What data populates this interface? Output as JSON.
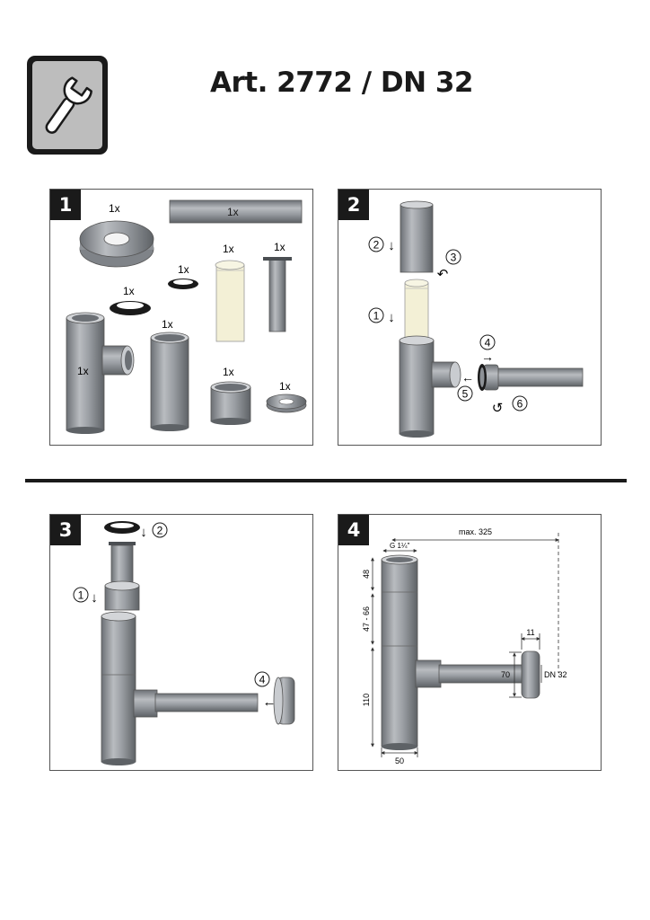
{
  "header": {
    "title": "Art. 2772 / DN 32",
    "icon": "wrench-icon"
  },
  "colors": {
    "metal": "#8d9196",
    "metal_light": "#c4c7cb",
    "metal_dark": "#5e6266",
    "sleeve": "#f3f0d6",
    "black": "#1a1a1a",
    "logo_bg": "#bdbdbd"
  },
  "steps": [
    {
      "number": "1",
      "parts": [
        {
          "qty": "1x",
          "part": "pipe"
        },
        {
          "qty": "1x",
          "part": "rosette"
        },
        {
          "qty": "1x",
          "part": "small-seal"
        },
        {
          "qty": "1x",
          "part": "cream-sleeve"
        },
        {
          "qty": "1x",
          "part": "flanged-tube"
        },
        {
          "qty": "1x",
          "part": "large-seal"
        },
        {
          "qty": "1x",
          "part": "tee-body"
        },
        {
          "qty": "1x",
          "part": "long-cylinder"
        },
        {
          "qty": "1x",
          "part": "short-cylinder"
        },
        {
          "qty": "1x",
          "part": "washer"
        }
      ]
    },
    {
      "number": "2",
      "markers": [
        "2",
        "3",
        "1",
        "4",
        "5",
        "6"
      ]
    },
    {
      "number": "3",
      "markers": [
        "2",
        "1",
        "4"
      ]
    },
    {
      "number": "4",
      "dimensions": {
        "max_length": "max. 325",
        "thread": "G 1¼\"",
        "top_height": "48",
        "adjust_range": "47 - 66",
        "bottom_height": "110",
        "body_diameter": "50",
        "wall_offset": "11",
        "rosette_diameter": "70",
        "outlet": "DN 32"
      }
    }
  ]
}
